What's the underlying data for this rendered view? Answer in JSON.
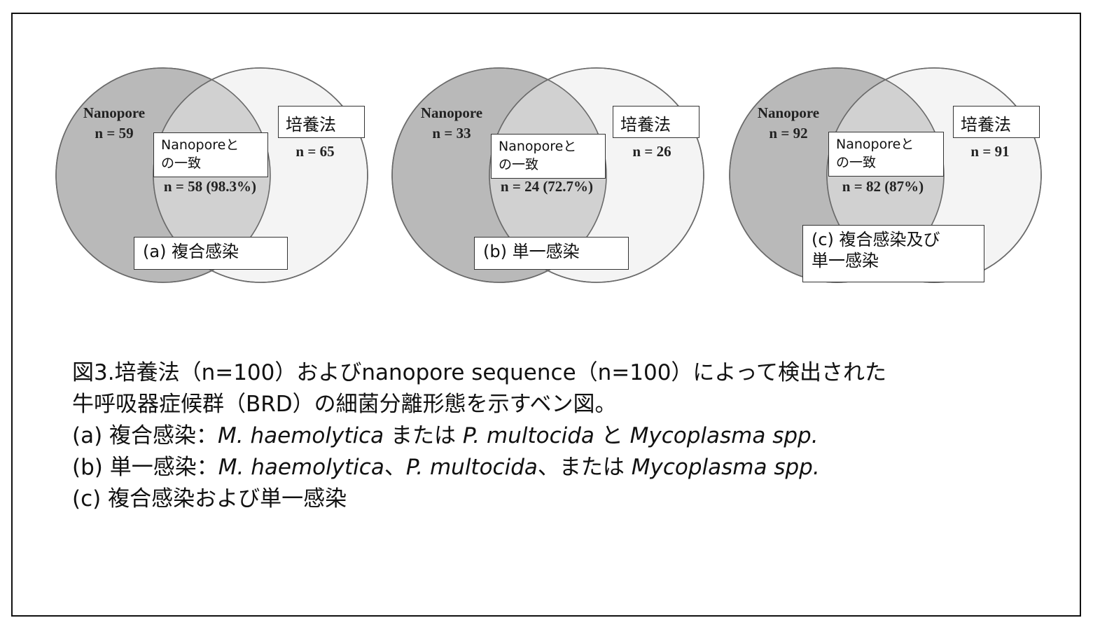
{
  "colors": {
    "left_circle": "#b9b9b9",
    "overlap": "#d1d1d1",
    "right_circle": "#f4f4f4",
    "stroke": "#6a6a6a",
    "frame": "#111111"
  },
  "venn": [
    {
      "id": "a",
      "left_name": "Nanopore",
      "left_n": "n = 59",
      "right_box": "培養法",
      "right_n": "n = 65",
      "agree_line1": "Nanoporeと",
      "agree_line2": "の一致",
      "overlap_n": "n = 58 (98.3%)",
      "label_line1": "(a) 複合感染",
      "label_line2": ""
    },
    {
      "id": "b",
      "left_name": "Nanopore",
      "left_n": "n = 33",
      "right_box": "培養法",
      "right_n": "n = 26",
      "agree_line1": "Nanoporeと",
      "agree_line2": "の一致",
      "overlap_n": "n = 24 (72.7%)",
      "label_line1": "(b) 単一感染",
      "label_line2": ""
    },
    {
      "id": "c",
      "left_name": "Nanopore",
      "left_n": "n =  92",
      "right_box": "培養法",
      "right_n": "n = 91",
      "agree_line1": "Nanoporeと",
      "agree_line2": "の一致",
      "overlap_n": "n = 82 (87%)",
      "label_line1": "(c) 複合感染及び",
      "label_line2": "単一感染"
    }
  ],
  "caption": {
    "line1": "図3.培養法（n=100）およびnanopore sequence（n=100）によって検出された",
    "line2": "牛呼吸器症候群（BRD）の細菌分離形態を示すベン図。",
    "line3_prefix": "(a) 複合感染：",
    "line3_org1": "M. haemolytica",
    "line3_mid": " または ",
    "line3_org2": "P. multocida",
    "line3_and": " と ",
    "line3_org3": "Mycoplasma spp.",
    "line4_prefix": "(b) 単一感染：",
    "line4_org1": "M. haemolytica",
    "line4_sep": "、",
    "line4_org2": "P. multocida",
    "line4_sep2": "、または ",
    "line4_org3": "Mycoplasma spp.",
    "line5": "(c) 複合感染および単一感染"
  }
}
